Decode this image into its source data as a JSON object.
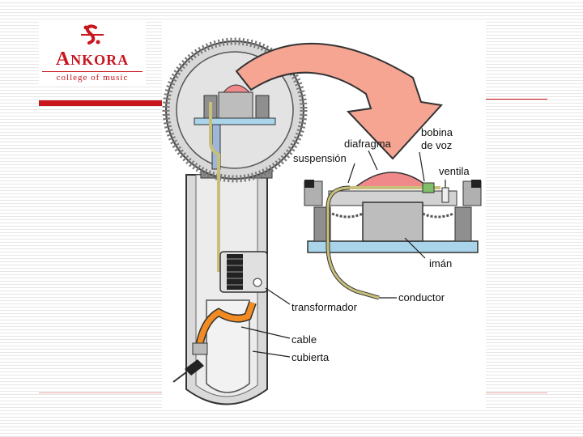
{
  "slide": {
    "logo": {
      "name_big": "A",
      "name_rest": "NKORA",
      "tagline": "college of music",
      "brand_color": "#c8161d"
    }
  },
  "diagram": {
    "labels": {
      "diaphragm": "diafragma",
      "voice_coil_line1": "bobina",
      "voice_coil_line2": "de voz",
      "suspension": "suspensión",
      "vent": "ventila",
      "magnet": "imán",
      "conductor": "conductor",
      "transformer": "transformador",
      "cable": "cable",
      "casing": "cubierta"
    },
    "colors": {
      "arrow": "#f5a592",
      "magnet_base": "#a9d4ea",
      "diaphragm": "#f08a8a",
      "cable": "#f18b22",
      "wire": "#c8c07a",
      "body": "#d7d7d7"
    }
  }
}
